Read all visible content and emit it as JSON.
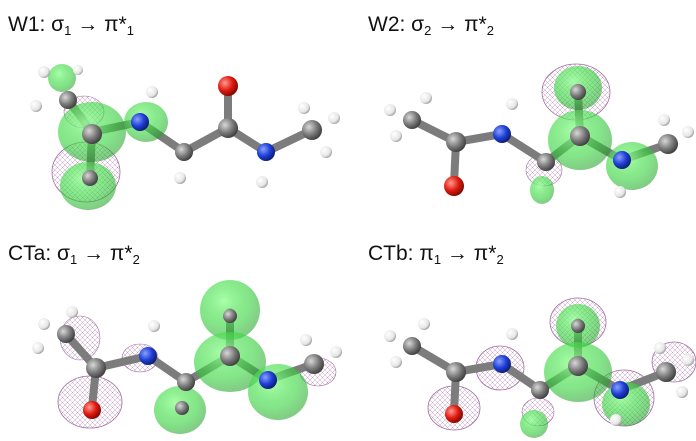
{
  "panels": [
    {
      "id": "w1",
      "label": {
        "prefix": "W1: σ",
        "sub1": "1",
        "arrow": "→",
        "pi": "π*",
        "sub2": "1"
      }
    },
    {
      "id": "w2",
      "label": {
        "prefix": "W2: σ",
        "sub1": "2",
        "arrow": "→",
        "pi": "π*",
        "sub2": "2"
      }
    },
    {
      "id": "cta",
      "label": {
        "prefix": "CTa: σ",
        "sub1": "1",
        "arrow": "→",
        "pi": "π*",
        "sub2": "2"
      }
    },
    {
      "id": "ctb",
      "label": {
        "prefix": "CTb: π",
        "sub1": "1",
        "arrow": "→",
        "pi": "π*",
        "sub2": "2"
      }
    }
  ],
  "colors": {
    "carbon": "#7c7c7c",
    "nitrogen": "#1f3fd6",
    "oxygen": "#e01a10",
    "hydrogen": "#f2f2f2",
    "orbital_fill": "#33d43a",
    "mesh": "#b890b8"
  },
  "icons": {
    "arrow": "right-arrow-icon"
  }
}
